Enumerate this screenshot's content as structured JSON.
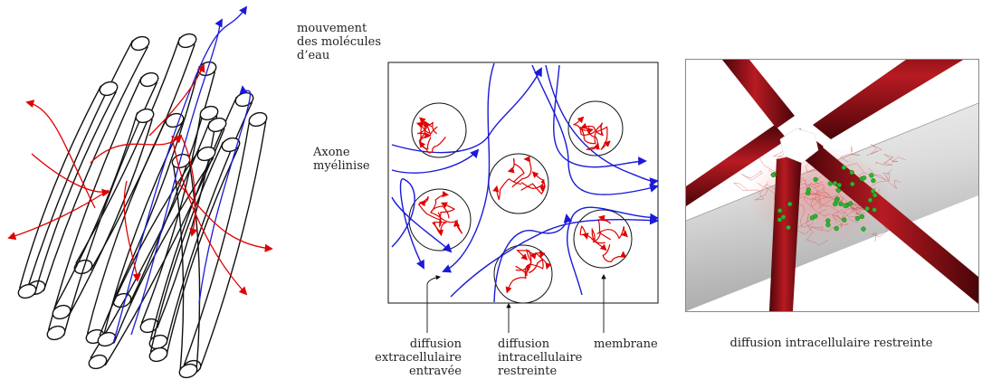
{
  "left_panel": {
    "label_water_movement": [
      "mouvement",
      "des molécules",
      "d’eau"
    ],
    "label_axon": [
      "Axone",
      "myélinise"
    ]
  },
  "middle_panel": {
    "label_extracellular": [
      "diffusion",
      "extracellulaire",
      "entravée"
    ],
    "label_intracellular": [
      "diffusion",
      "intracellulaire",
      "restreinte"
    ],
    "label_membrane": "membrane"
  },
  "right_panel": {
    "caption": "diffusion intracellulaire restreinte"
  },
  "colors": {
    "intra_path": "#e00000",
    "extra_path": "#1a1ad8",
    "outline": "#111111",
    "tube_red": "#8b0a10",
    "axon_gray": "#d6d6d6",
    "particle_green": "#2db52d"
  }
}
